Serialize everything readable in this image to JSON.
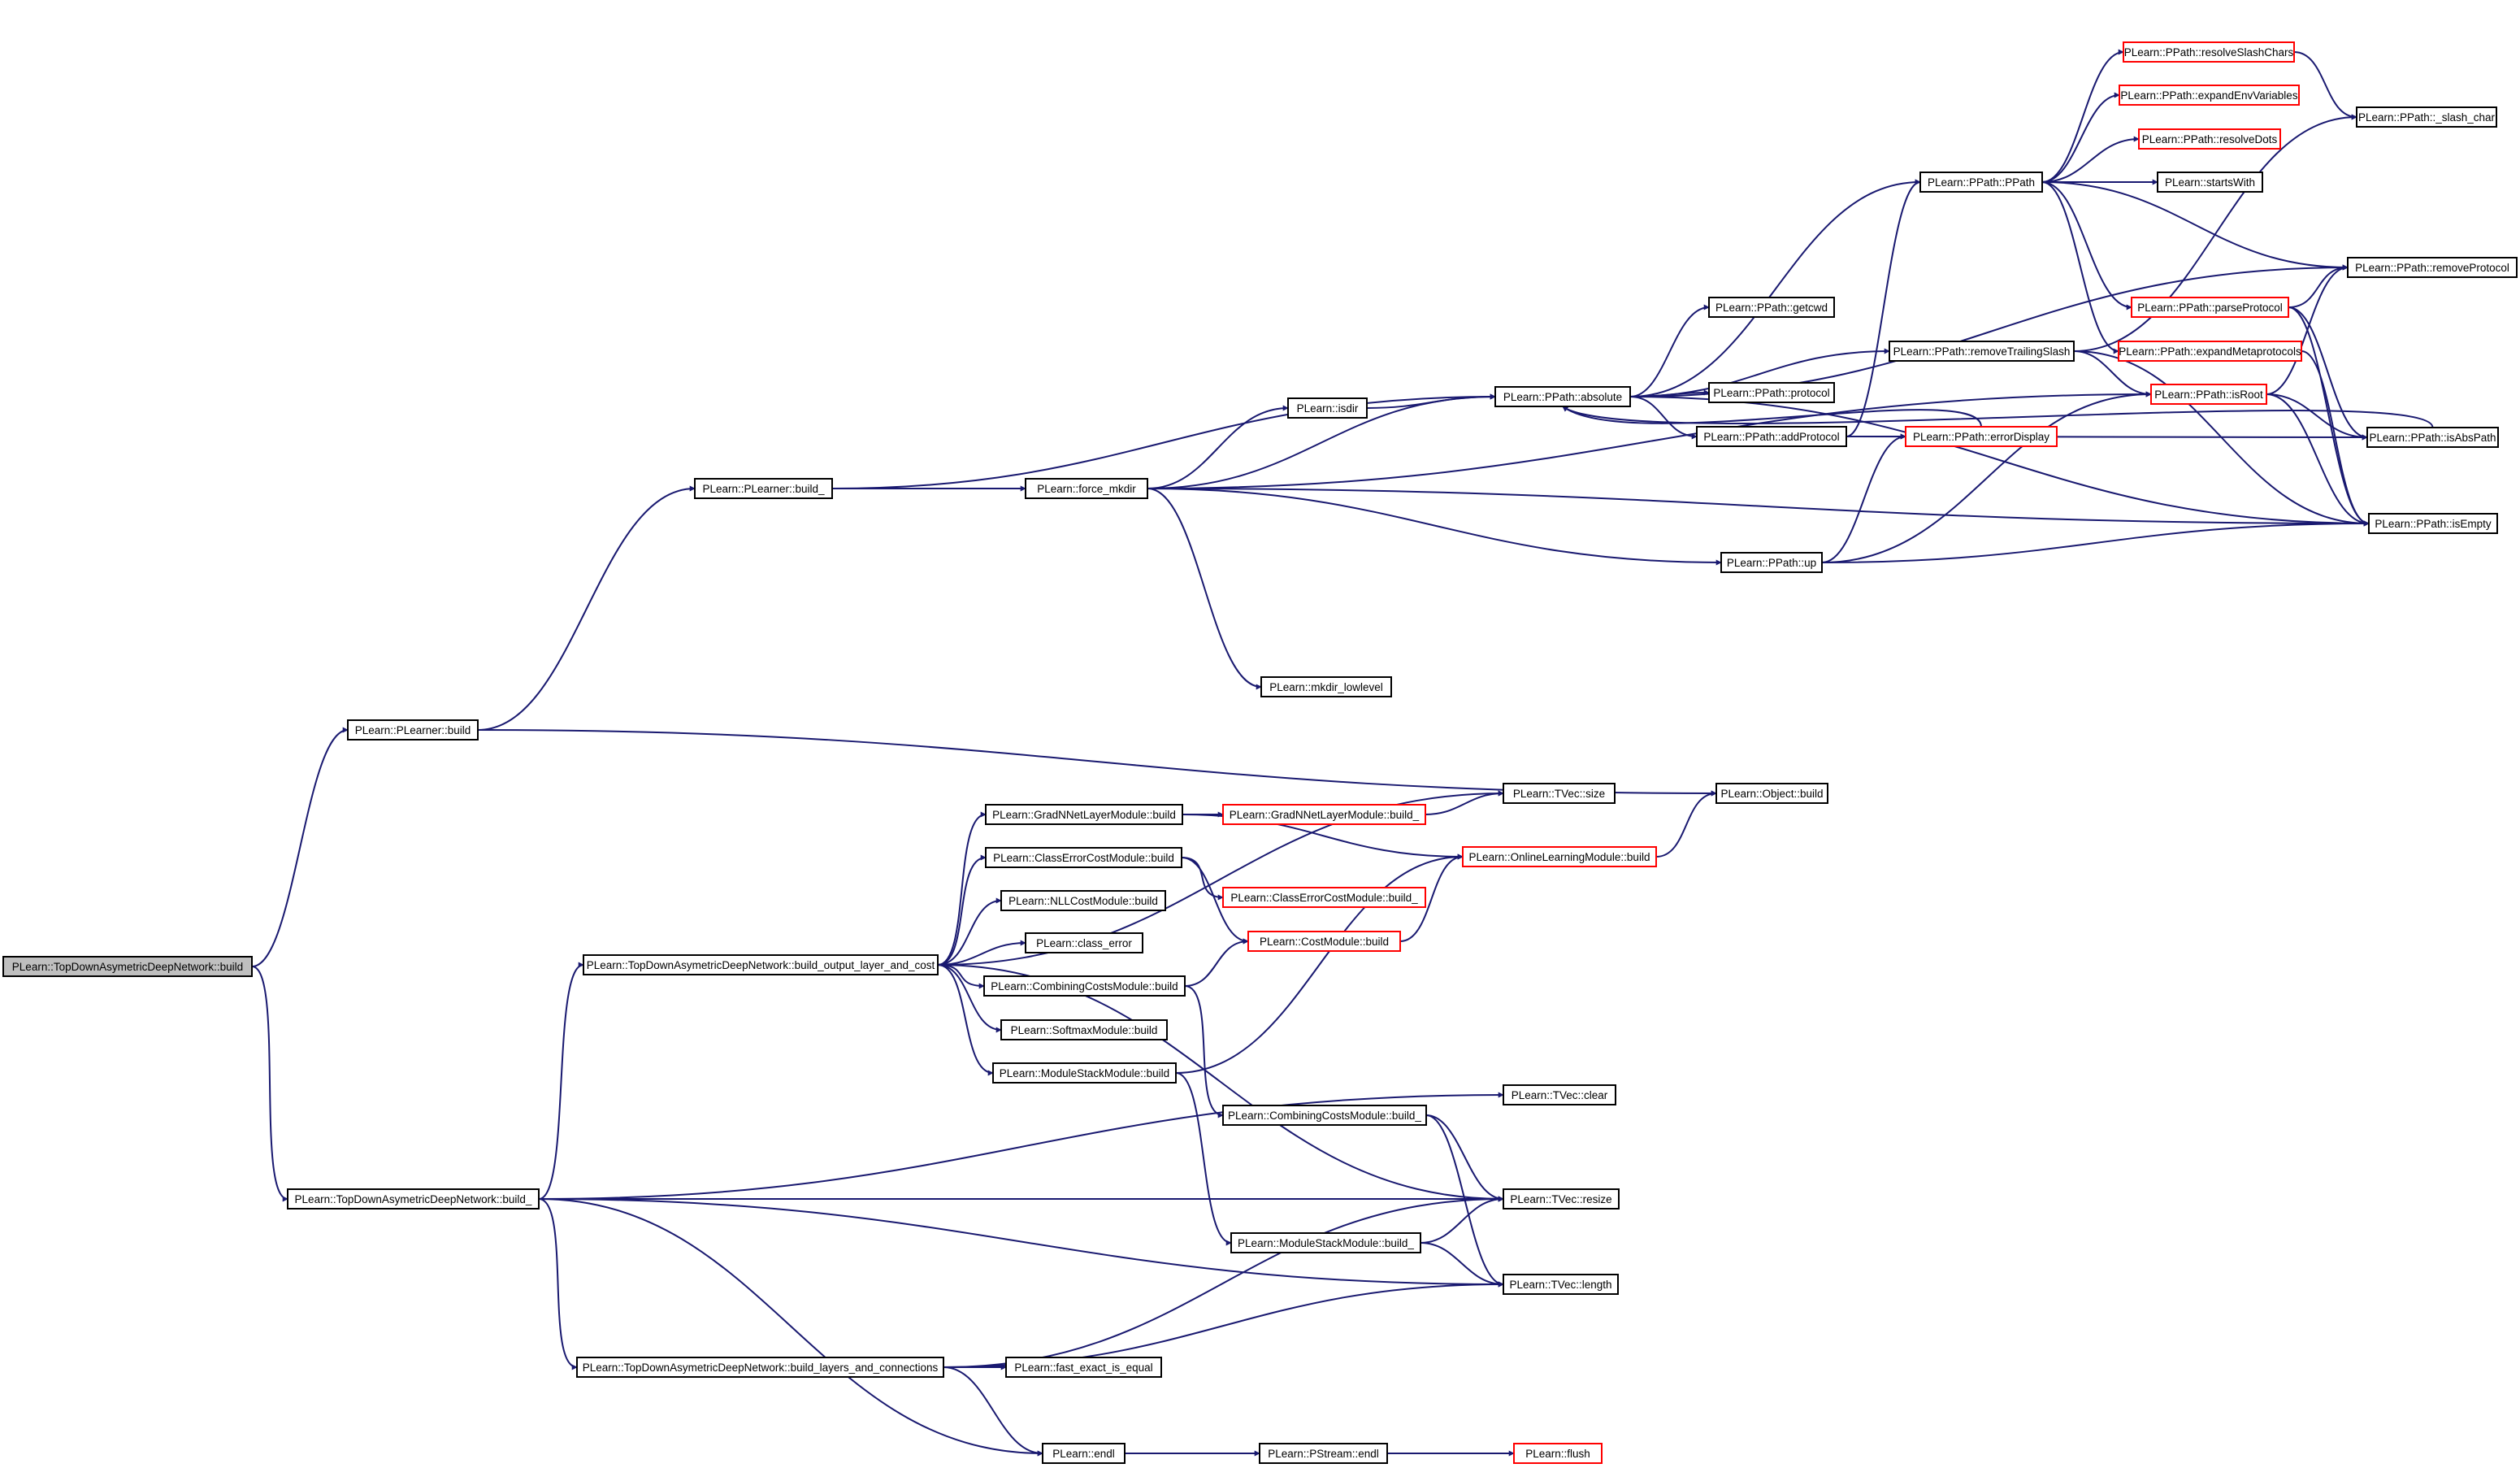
{
  "colors": {
    "edge": "#191970",
    "node_border": "#000000",
    "node_border_truncated": "#ff0000",
    "node_fill": "#ffffff",
    "node_fill_root": "#bfbfbf"
  },
  "nodes": [
    {
      "id": "n_root",
      "label": "PLearn::TopDownAsymetricDeepNetwork::build",
      "style": "root"
    },
    {
      "id": "n_plearner_build",
      "label": "PLearn::PLearner::build",
      "style": "normal"
    },
    {
      "id": "n_tdadn_build_",
      "label": "PLearn::TopDownAsymetricDeepNetwork::build_",
      "style": "normal"
    },
    {
      "id": "n_plearner_build_",
      "label": "PLearn::PLearner::build_",
      "style": "normal"
    },
    {
      "id": "n_force_mkdir",
      "label": "PLearn::force_mkdir",
      "style": "normal"
    },
    {
      "id": "n_isdir",
      "label": "PLearn::isdir",
      "style": "normal"
    },
    {
      "id": "n_absolute",
      "label": "PLearn::PPath::absolute",
      "style": "normal"
    },
    {
      "id": "n_mkdir_lowlevel",
      "label": "PLearn::mkdir_lowlevel",
      "style": "normal"
    },
    {
      "id": "n_ppath_up",
      "label": "PLearn::PPath::up",
      "style": "normal"
    },
    {
      "id": "n_getcwd",
      "label": "PLearn::PPath::getcwd",
      "style": "normal"
    },
    {
      "id": "n_protocol",
      "label": "PLearn::PPath::protocol",
      "style": "normal"
    },
    {
      "id": "n_addprotocol",
      "label": "PLearn::PPath::addProtocol",
      "style": "normal"
    },
    {
      "id": "n_ppath",
      "label": "PLearn::PPath::PPath",
      "style": "normal"
    },
    {
      "id": "n_removetrailingslash",
      "label": "PLearn::PPath::removeTrailingSlash",
      "style": "normal"
    },
    {
      "id": "n_errordisplay",
      "label": "PLearn::PPath::errorDisplay",
      "style": "truncated"
    },
    {
      "id": "n_resolveslashchars",
      "label": "PLearn::PPath::resolveSlashChars",
      "style": "truncated"
    },
    {
      "id": "n_expandenvvariables",
      "label": "PLearn::PPath::expandEnvVariables",
      "style": "truncated"
    },
    {
      "id": "n_resolvedots",
      "label": "PLearn::PPath::resolveDots",
      "style": "truncated"
    },
    {
      "id": "n_startswith",
      "label": "PLearn::startsWith",
      "style": "normal"
    },
    {
      "id": "n_parseprotocol",
      "label": "PLearn::PPath::parseProtocol",
      "style": "truncated"
    },
    {
      "id": "n_expandmetaprotocols",
      "label": "PLearn::PPath::expandMetaprotocols",
      "style": "truncated"
    },
    {
      "id": "n_isroot",
      "label": "PLearn::PPath::isRoot",
      "style": "truncated"
    },
    {
      "id": "n_slash_char",
      "label": "PLearn::PPath::_slash_char",
      "style": "normal"
    },
    {
      "id": "n_removeprotocol",
      "label": "PLearn::PPath::removeProtocol",
      "style": "normal"
    },
    {
      "id": "n_isabspath",
      "label": "PLearn::PPath::isAbsPath",
      "style": "normal"
    },
    {
      "id": "n_isempty",
      "label": "PLearn::PPath::isEmpty",
      "style": "normal"
    },
    {
      "id": "n_object_build",
      "label": "PLearn::Object::build",
      "style": "normal"
    },
    {
      "id": "n_build_output",
      "label": "PLearn::TopDownAsymetricDeepNetwork::build_output_layer_and_cost",
      "style": "normal"
    },
    {
      "id": "n_gradnnet_build",
      "label": "PLearn::GradNNetLayerModule::build",
      "style": "normal"
    },
    {
      "id": "n_gradnnet_build_",
      "label": "PLearn::GradNNetLayerModule::build_",
      "style": "truncated"
    },
    {
      "id": "n_tvec_size",
      "label": "PLearn::TVec::size",
      "style": "normal"
    },
    {
      "id": "n_classerror_build",
      "label": "PLearn::ClassErrorCostModule::build",
      "style": "normal"
    },
    {
      "id": "n_classerror_build_",
      "label": "PLearn::ClassErrorCostModule::build_",
      "style": "truncated"
    },
    {
      "id": "n_online_build",
      "label": "PLearn::OnlineLearningModule::build",
      "style": "truncated"
    },
    {
      "id": "n_nllcost_build",
      "label": "PLearn::NLLCostModule::build",
      "style": "normal"
    },
    {
      "id": "n_class_error",
      "label": "PLearn::class_error",
      "style": "normal"
    },
    {
      "id": "n_costmodule_build",
      "label": "PLearn::CostModule::build",
      "style": "truncated"
    },
    {
      "id": "n_combining_build",
      "label": "PLearn::CombiningCostsModule::build",
      "style": "normal"
    },
    {
      "id": "n_softmax_build",
      "label": "PLearn::SoftmaxModule::build",
      "style": "normal"
    },
    {
      "id": "n_modulestack_build",
      "label": "PLearn::ModuleStackModule::build",
      "style": "normal"
    },
    {
      "id": "n_combining_build_",
      "label": "PLearn::CombiningCostsModule::build_",
      "style": "normal"
    },
    {
      "id": "n_tvec_clear",
      "label": "PLearn::TVec::clear",
      "style": "normal"
    },
    {
      "id": "n_tvec_resize",
      "label": "PLearn::TVec::resize",
      "style": "normal"
    },
    {
      "id": "n_modulestack_build_",
      "label": "PLearn::ModuleStackModule::build_",
      "style": "normal"
    },
    {
      "id": "n_tvec_length",
      "label": "PLearn::TVec::length",
      "style": "normal"
    },
    {
      "id": "n_build_layers",
      "label": "PLearn::TopDownAsymetricDeepNetwork::build_layers_and_connections",
      "style": "normal"
    },
    {
      "id": "n_fast_exact",
      "label": "PLearn::fast_exact_is_equal",
      "style": "normal"
    },
    {
      "id": "n_endl",
      "label": "PLearn::endl",
      "style": "normal"
    },
    {
      "id": "n_pstream_endl",
      "label": "PLearn::PStream::endl",
      "style": "normal"
    },
    {
      "id": "n_flush",
      "label": "PLearn::flush",
      "style": "truncated"
    }
  ],
  "edges": [
    {
      "from": "n_root",
      "to": "n_plearner_build"
    },
    {
      "from": "n_root",
      "to": "n_tdadn_build_"
    },
    {
      "from": "n_plearner_build",
      "to": "n_plearner_build_"
    },
    {
      "from": "n_plearner_build",
      "to": "n_object_build"
    },
    {
      "from": "n_plearner_build_",
      "to": "n_force_mkdir"
    },
    {
      "from": "n_plearner_build_",
      "to": "n_absolute"
    },
    {
      "from": "n_force_mkdir",
      "to": "n_isdir"
    },
    {
      "from": "n_force_mkdir",
      "to": "n_absolute"
    },
    {
      "from": "n_force_mkdir",
      "to": "n_mkdir_lowlevel"
    },
    {
      "from": "n_force_mkdir",
      "to": "n_ppath_up"
    },
    {
      "from": "n_force_mkdir",
      "to": "n_isroot"
    },
    {
      "from": "n_force_mkdir",
      "to": "n_isempty"
    },
    {
      "from": "n_isdir",
      "to": "n_absolute"
    },
    {
      "from": "n_absolute",
      "to": "n_getcwd"
    },
    {
      "from": "n_absolute",
      "to": "n_protocol"
    },
    {
      "from": "n_absolute",
      "to": "n_addprotocol"
    },
    {
      "from": "n_absolute",
      "to": "n_ppath"
    },
    {
      "from": "n_absolute",
      "to": "n_removetrailingslash"
    },
    {
      "from": "n_absolute",
      "to": "n_removeprotocol"
    },
    {
      "from": "n_absolute",
      "to": "n_isempty"
    },
    {
      "from": "n_addprotocol",
      "to": "n_errordisplay"
    },
    {
      "from": "n_addprotocol",
      "to": "n_ppath"
    },
    {
      "from": "n_addprotocol",
      "to": "n_isabspath"
    },
    {
      "from": "n_ppath",
      "to": "n_resolveslashchars"
    },
    {
      "from": "n_ppath",
      "to": "n_expandenvvariables"
    },
    {
      "from": "n_ppath",
      "to": "n_resolvedots"
    },
    {
      "from": "n_ppath",
      "to": "n_startswith"
    },
    {
      "from": "n_ppath",
      "to": "n_parseprotocol"
    },
    {
      "from": "n_ppath",
      "to": "n_expandmetaprotocols"
    },
    {
      "from": "n_ppath",
      "to": "n_removeprotocol"
    },
    {
      "from": "n_removetrailingslash",
      "to": "n_isroot"
    },
    {
      "from": "n_removetrailingslash",
      "to": "n_slash_char"
    },
    {
      "from": "n_removetrailingslash",
      "to": "n_isempty"
    },
    {
      "from": "n_resolveslashchars",
      "to": "n_slash_char"
    },
    {
      "from": "n_parseprotocol",
      "to": "n_removeprotocol"
    },
    {
      "from": "n_parseprotocol",
      "to": "n_isabspath"
    },
    {
      "from": "n_parseprotocol",
      "to": "n_isempty"
    },
    {
      "from": "n_expandmetaprotocols",
      "to": "n_isempty"
    },
    {
      "from": "n_isroot",
      "to": "n_removeprotocol"
    },
    {
      "from": "n_isroot",
      "to": "n_isabspath"
    },
    {
      "from": "n_isroot",
      "to": "n_isempty"
    },
    {
      "from": "n_ppath_up",
      "to": "n_errordisplay"
    },
    {
      "from": "n_ppath_up",
      "to": "n_isroot"
    },
    {
      "from": "n_ppath_up",
      "to": "n_isempty"
    },
    {
      "from": "n_errordisplay",
      "to": "n_absolute"
    },
    {
      "from": "n_isabspath",
      "to": "n_absolute"
    },
    {
      "from": "n_tdadn_build_",
      "to": "n_build_output"
    },
    {
      "from": "n_tdadn_build_",
      "to": "n_tvec_clear"
    },
    {
      "from": "n_tdadn_build_",
      "to": "n_tvec_resize"
    },
    {
      "from": "n_tdadn_build_",
      "to": "n_tvec_length"
    },
    {
      "from": "n_tdadn_build_",
      "to": "n_build_layers"
    },
    {
      "from": "n_tdadn_build_",
      "to": "n_endl"
    },
    {
      "from": "n_build_output",
      "to": "n_tvec_size"
    },
    {
      "from": "n_build_output",
      "to": "n_gradnnet_build"
    },
    {
      "from": "n_build_output",
      "to": "n_classerror_build"
    },
    {
      "from": "n_build_output",
      "to": "n_nllcost_build"
    },
    {
      "from": "n_build_output",
      "to": "n_class_error"
    },
    {
      "from": "n_build_output",
      "to": "n_combining_build"
    },
    {
      "from": "n_build_output",
      "to": "n_softmax_build"
    },
    {
      "from": "n_build_output",
      "to": "n_modulestack_build"
    },
    {
      "from": "n_build_output",
      "to": "n_tvec_resize"
    },
    {
      "from": "n_gradnnet_build",
      "to": "n_gradnnet_build_"
    },
    {
      "from": "n_gradnnet_build",
      "to": "n_online_build"
    },
    {
      "from": "n_gradnnet_build_",
      "to": "n_tvec_size"
    },
    {
      "from": "n_classerror_build",
      "to": "n_classerror_build_"
    },
    {
      "from": "n_classerror_build",
      "to": "n_costmodule_build"
    },
    {
      "from": "n_costmodule_build",
      "to": "n_online_build"
    },
    {
      "from": "n_online_build",
      "to": "n_object_build"
    },
    {
      "from": "n_combining_build",
      "to": "n_costmodule_build"
    },
    {
      "from": "n_combining_build",
      "to": "n_combining_build_"
    },
    {
      "from": "n_modulestack_build",
      "to": "n_online_build"
    },
    {
      "from": "n_modulestack_build",
      "to": "n_modulestack_build_"
    },
    {
      "from": "n_combining_build_",
      "to": "n_tvec_resize"
    },
    {
      "from": "n_combining_build_",
      "to": "n_tvec_length"
    },
    {
      "from": "n_modulestack_build_",
      "to": "n_tvec_resize"
    },
    {
      "from": "n_modulestack_build_",
      "to": "n_tvec_length"
    },
    {
      "from": "n_build_layers",
      "to": "n_fast_exact"
    },
    {
      "from": "n_build_layers",
      "to": "n_tvec_resize"
    },
    {
      "from": "n_build_layers",
      "to": "n_tvec_length"
    },
    {
      "from": "n_build_layers",
      "to": "n_endl"
    },
    {
      "from": "n_endl",
      "to": "n_pstream_endl"
    },
    {
      "from": "n_pstream_endl",
      "to": "n_flush"
    }
  ]
}
